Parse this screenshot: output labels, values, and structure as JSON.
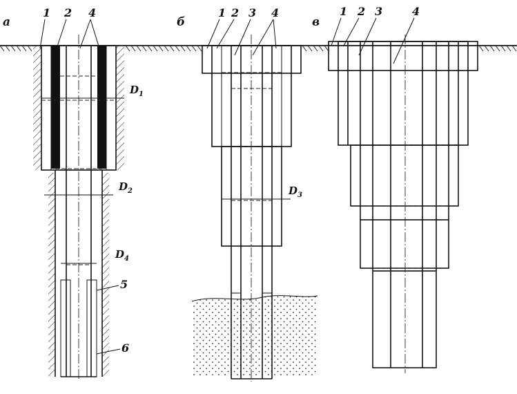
{
  "diagram": {
    "panels": [
      {
        "id": "a",
        "label": "а",
        "callouts": [
          "1",
          "2",
          "4"
        ],
        "dimensions": [
          {
            "label": "D",
            "sub": "1"
          },
          {
            "label": "D",
            "sub": "2"
          },
          {
            "label": "D",
            "sub": "4"
          }
        ],
        "side_callouts": [
          "5",
          "6"
        ]
      },
      {
        "id": "b",
        "label": "б",
        "callouts": [
          "1",
          "2",
          "3",
          "4"
        ],
        "dimensions": [
          {
            "label": "D",
            "sub": "3"
          }
        ]
      },
      {
        "id": "c",
        "label": "в",
        "callouts": [
          "1",
          "2",
          "3",
          "4"
        ]
      }
    ]
  }
}
